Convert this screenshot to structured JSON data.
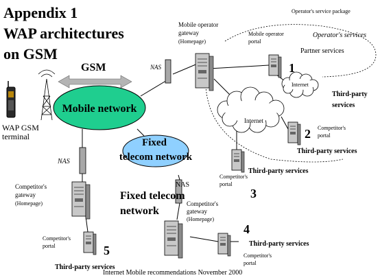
{
  "slide": {
    "title_line1": "Appendix 1",
    "title_line2": "WAP architectures",
    "title_line3": "on GSM",
    "footer": "Internet Mobile recommendations November 2000"
  },
  "labels": {
    "gsm": "GSM",
    "nas": "NAS",
    "mobile_network": "Mobile network",
    "fixed_network_line1": "Fixed",
    "fixed_network_line2": "telecom network",
    "fixed_network_big_line1": "Fixed telecom",
    "fixed_network_big_line2": "network",
    "wap_terminal_line1": "WAP GSM",
    "wap_terminal_line2": "terminal",
    "mobile_gateway_line1": "Mobile operator",
    "mobile_gateway_line2": "gateway",
    "mobile_gateway_line3": "(Homepage)",
    "mobile_portal_line1": "Mobile operator",
    "mobile_portal_line2": "portal",
    "operator_package": "Operator's service package",
    "operator_services": "Operator's services",
    "partner_services": "Partner services",
    "internet": "Internet",
    "third_party_line1": "Third-party",
    "third_party_line2": "services",
    "third_party_services": "Third-party services",
    "competitor_portal_line1": "Competitor's",
    "competitor_portal_line2": "portal",
    "competitor_gateway_line1": "Competitor's",
    "competitor_gateway_line2": "gateway",
    "competitor_gateway_line3": "(Homepage)",
    "num1": "1",
    "num2": "2",
    "num3": "3",
    "num4": "4",
    "num5": "5"
  },
  "colors": {
    "mobile_network_fill": "#1fce8f",
    "fixed_network_fill": "#8fd0ff",
    "server_fill": "#c8c8c8",
    "nas_fill": "#a8a8a8",
    "arrow_fill": "#b4b4b4"
  },
  "icons": [
    "server-icon",
    "cloud-icon",
    "phone-icon",
    "antenna-icon",
    "double-arrow-icon"
  ]
}
